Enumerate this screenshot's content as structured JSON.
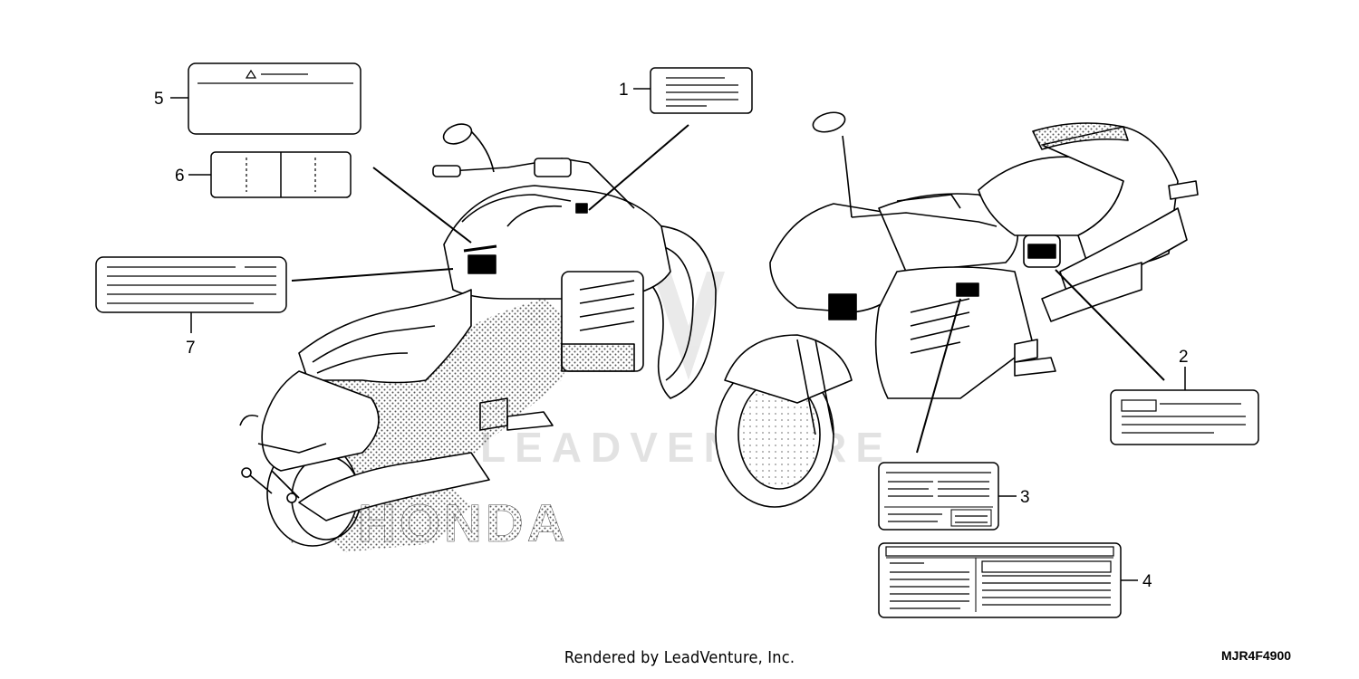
{
  "diagram": {
    "callouts": [
      "1",
      "2",
      "3",
      "4",
      "5",
      "6",
      "7"
    ],
    "watermark_text": "LEADVENTURE",
    "brand_text": "HONDA"
  },
  "footer": {
    "rendered_by": "Rendered by LeadVenture, Inc.",
    "part_code": "MJR4F4900"
  }
}
